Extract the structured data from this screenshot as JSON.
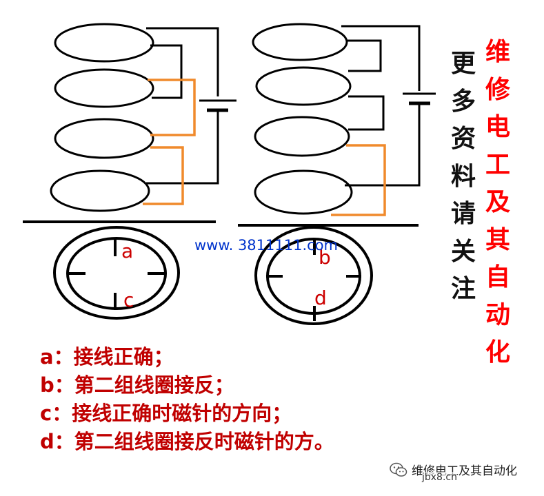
{
  "labels": {
    "a": "a",
    "b": "b",
    "c": "c",
    "d": "d"
  },
  "website": "www. 3811111.com",
  "vertical_black": [
    "更",
    "多",
    "资",
    "料",
    "请",
    "关",
    "注"
  ],
  "vertical_red": [
    "维",
    "修",
    "电",
    "工",
    "及",
    "其",
    "自",
    "动",
    "化"
  ],
  "legend": [
    "a：接线正确；",
    "b：第二组线圈接反；",
    "c：接线正确时磁针的方向；",
    "d：第二组线圈接反时磁针的方。"
  ],
  "footer": {
    "account": "维修电工及其自动化",
    "watermark": "jbx8.cn"
  },
  "colors": {
    "wire": "#000000",
    "highlight": "#f08a2c",
    "red_text": "#ff0000",
    "legend_text": "#c00000",
    "url": "#0033cc"
  },
  "icons": {
    "wechat": "wechat-icon"
  }
}
